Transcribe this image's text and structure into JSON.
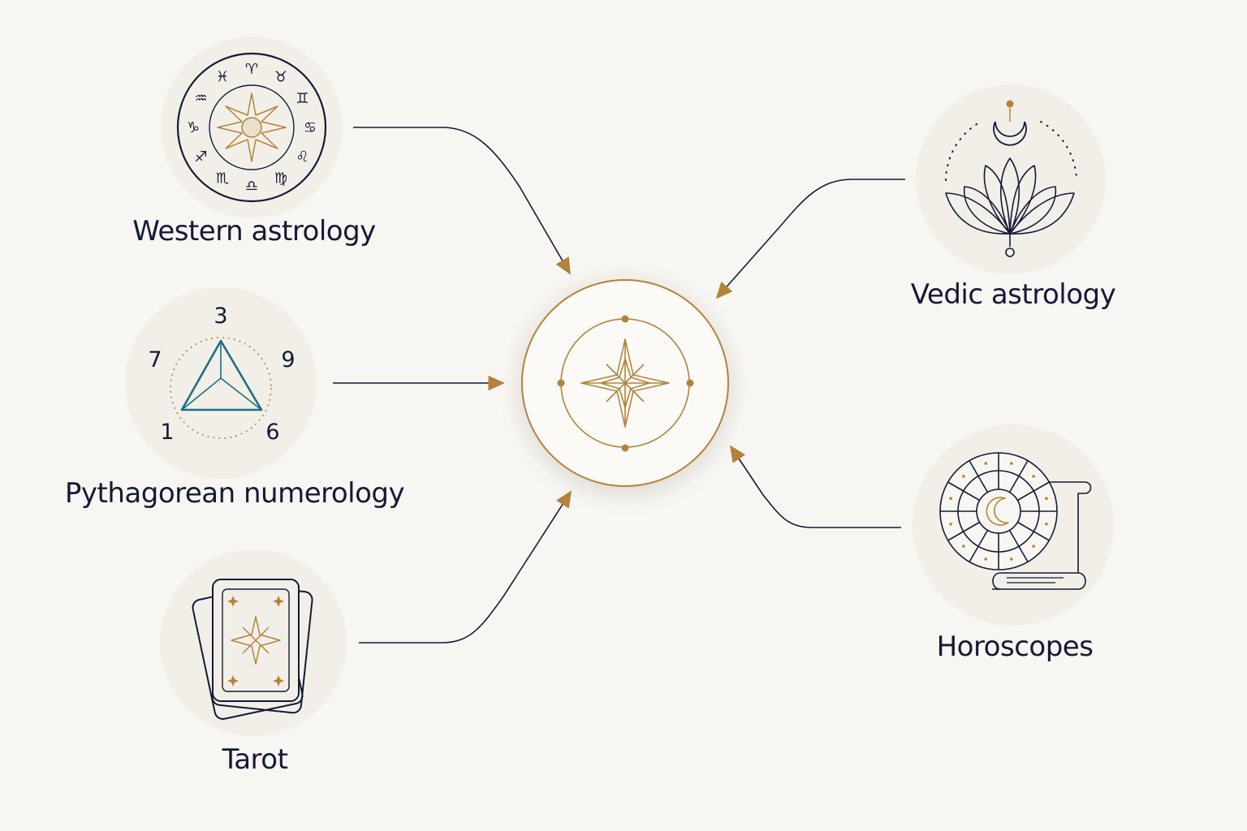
{
  "nodes": [
    {
      "id": "western",
      "label": "Western astrology",
      "icon": "zodiac-wheel-icon",
      "glyphs": [
        "♈",
        "♉",
        "♊",
        "♋",
        "♌",
        "♍",
        "♎",
        "♏",
        "♐",
        "♑",
        "♒",
        "♓"
      ]
    },
    {
      "id": "vedic",
      "label": "Vedic astrology",
      "icon": "lotus-moon-icon"
    },
    {
      "id": "numerology",
      "label": "Pythagorean numerology",
      "icon": "numerology-triangle-icon",
      "numbers": [
        "3",
        "9",
        "6",
        "1",
        "7"
      ]
    },
    {
      "id": "horoscopes",
      "label": "Horoscopes",
      "icon": "horoscope-scroll-icon"
    },
    {
      "id": "tarot",
      "label": "Tarot",
      "icon": "tarot-cards-icon"
    }
  ],
  "center": {
    "icon": "compass-star-icon"
  },
  "colors": {
    "background": "#f8f6f2",
    "ink": "#141a35",
    "gold": "#b3833a",
    "teal": "#1f6f80",
    "circle_fill": "#f2efe9"
  }
}
